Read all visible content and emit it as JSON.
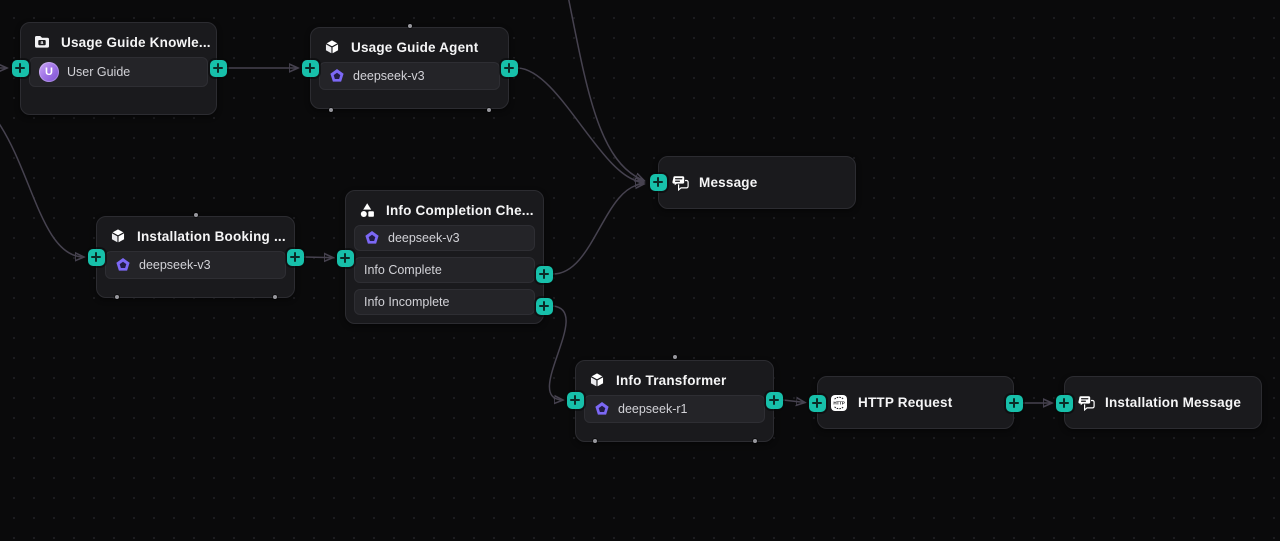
{
  "canvas": {
    "accent_teal": "#17c0aa",
    "edge_color": "#46424f",
    "arrow_color": "#9b87f7",
    "background": "#0a0a0b"
  },
  "nodes": [
    {
      "id": "usage-guide-knowledge",
      "title": "Usage Guide Knowle...",
      "icon": "knowledge-folder-icon",
      "rows": [
        {
          "type": "knowledge",
          "label": "User Guide",
          "avatar_letter": "U"
        }
      ]
    },
    {
      "id": "usage-guide-agent",
      "title": "Usage Guide Agent",
      "icon": "cube-icon",
      "rows": [
        {
          "type": "model",
          "label": "deepseek-v3",
          "icon": "deepseek-icon"
        }
      ]
    },
    {
      "id": "installation-booking",
      "title": "Installation Booking ...",
      "icon": "cube-icon",
      "rows": [
        {
          "type": "model",
          "label": "deepseek-v3",
          "icon": "deepseek-icon"
        }
      ]
    },
    {
      "id": "info-completion-checker",
      "title": "Info Completion Che...",
      "icon": "classifier-shapes-icon",
      "rows": [
        {
          "type": "model",
          "label": "deepseek-v3",
          "icon": "deepseek-icon"
        },
        {
          "type": "branch",
          "label": "Info Complete"
        },
        {
          "type": "branch",
          "label": "Info Incomplete"
        }
      ]
    },
    {
      "id": "message",
      "title": "Message",
      "icon": "chat-bubbles-icon",
      "rows": []
    },
    {
      "id": "info-transformer",
      "title": "Info Transformer",
      "icon": "cube-icon",
      "rows": [
        {
          "type": "model",
          "label": "deepseek-r1",
          "icon": "deepseek-icon"
        }
      ]
    },
    {
      "id": "http-request",
      "title": "HTTP Request",
      "icon": "http-globe-icon",
      "rows": []
    },
    {
      "id": "installation-message",
      "title": "Installation Message",
      "icon": "chat-bubbles-icon",
      "rows": []
    }
  ]
}
